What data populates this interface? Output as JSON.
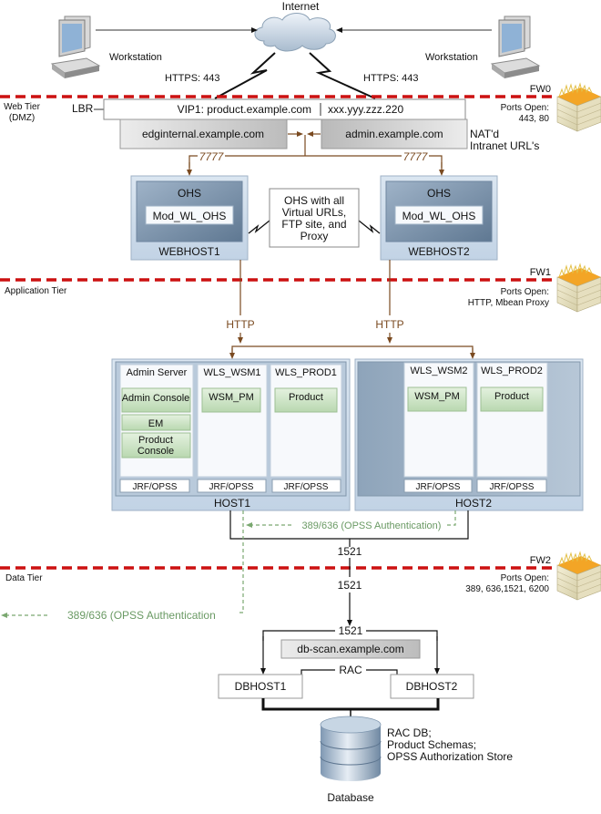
{
  "internet": {
    "label": "Internet"
  },
  "workstations": [
    {
      "label": "Workstation"
    },
    {
      "label": "Workstation"
    }
  ],
  "links": {
    "https_left": "HTTPS: 443",
    "https_right": "HTTPS: 443",
    "port_7777_left": "7777",
    "port_7777_right": "7777",
    "http_left": "HTTP",
    "http_right": "HTTP",
    "db_1521_upper": "1521",
    "db_1521_lower": "1521",
    "db_1521_split": "1521",
    "rac": "RAC",
    "opss_auth_hosts": "389/636 (OPSS  Authentication)",
    "opss_auth_external": "389/636 (OPSS Authentication"
  },
  "tiers": {
    "web": {
      "line1": "Web Tier",
      "line2": "(DMZ)"
    },
    "app": {
      "label": "Application Tier"
    },
    "data": {
      "label": "Data Tier"
    }
  },
  "firewalls": [
    {
      "name": "FW0",
      "ports_label": "Ports Open:",
      "ports": "443, 80"
    },
    {
      "name": "FW1",
      "ports_label": "Ports Open:",
      "ports": "HTTP, Mbean Proxy"
    },
    {
      "name": "FW2",
      "ports_label": "Ports Open:",
      "ports": "389, 636,1521, 6200"
    }
  ],
  "lbr": {
    "label": "LBR",
    "vip": "VIP1: product.example.com",
    "ip": "xxx.yyy.zzz.220",
    "internal_url": "edginternal.example.com",
    "admin_url": "admin.example.com",
    "nat_line1": "NAT'd",
    "nat_line2": "Intranet URL's"
  },
  "webhosts": [
    {
      "host": "WEBHOST1",
      "ohs": "OHS",
      "module": "Mod_WL_OHS"
    },
    {
      "host": "WEBHOST2",
      "ohs": "OHS",
      "module": "Mod_WL_OHS"
    }
  ],
  "ohs_note": [
    "OHS with all",
    "Virtual URLs,",
    "FTP site, and",
    "Proxy"
  ],
  "hosts": [
    {
      "name": "HOST1",
      "servers": [
        {
          "name": "Admin Server",
          "apps": [
            "Admin Console",
            "EM",
            "Product Console"
          ],
          "lib": "JRF/OPSS"
        },
        {
          "name": "WLS_WSM1",
          "apps": [
            "WSM_PM"
          ],
          "lib": "JRF/OPSS"
        },
        {
          "name": "WLS_PROD1",
          "apps": [
            "Product"
          ],
          "lib": "JRF/OPSS"
        }
      ]
    },
    {
      "name": "HOST2",
      "servers": [
        {
          "name": "WLS_WSM2",
          "apps": [
            "WSM_PM"
          ],
          "lib": "JRF/OPSS"
        },
        {
          "name": "WLS_PROD2",
          "apps": [
            "Product"
          ],
          "lib": "JRF/OPSS"
        }
      ]
    }
  ],
  "database": {
    "scan": "db-scan.example.com",
    "dbhosts": [
      "DBHOST1",
      "DBHOST2"
    ],
    "label": "Database",
    "desc": [
      "RAC DB;",
      "Product Schemas;",
      "OPSS Authorization Store"
    ]
  },
  "colors": {
    "tier_line": "#cc1111",
    "connector": "#7a4a20",
    "opss_green": "#6a9a64",
    "app_green": "#cfe6c8"
  }
}
